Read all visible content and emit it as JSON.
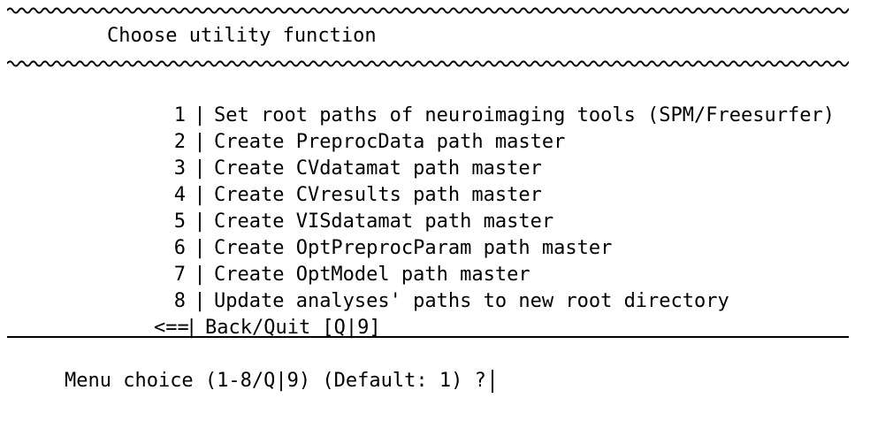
{
  "menu": {
    "title": "Choose utility function",
    "items": [
      {
        "num": "1",
        "sep": "|",
        "label": "Set root paths of neuroimaging tools (SPM/Freesurfer)"
      },
      {
        "num": "2",
        "sep": "|",
        "label": "Create PreprocData path master"
      },
      {
        "num": "3",
        "sep": "|",
        "label": "Create CVdatamat path master"
      },
      {
        "num": "4",
        "sep": "|",
        "label": "Create CVresults path master"
      },
      {
        "num": "5",
        "sep": "|",
        "label": "Create VISdatamat path master"
      },
      {
        "num": "6",
        "sep": "|",
        "label": "Create OptPreprocParam path master"
      },
      {
        "num": "7",
        "sep": "|",
        "label": "Create OptModel path master"
      },
      {
        "num": "8",
        "sep": "|",
        "label": "Update analyses' paths to new root directory"
      }
    ],
    "back": {
      "num": "<==",
      "sep": "|",
      "label": "Back/Quit [Q|9]"
    }
  },
  "prompt": {
    "text": "Menu choice (1-8/Q|9) (Default: 1) ?"
  }
}
